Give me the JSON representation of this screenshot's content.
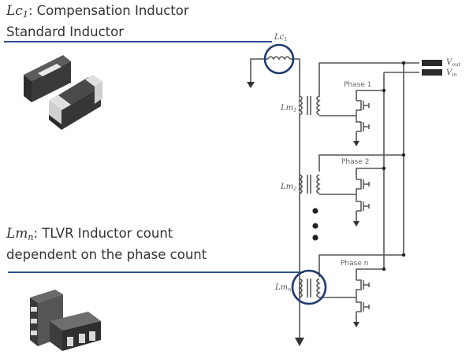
{
  "captions": {
    "compensation": {
      "symbol": "Lc",
      "subscript": "1",
      "line1_rest": ": Compensation Inductor",
      "line2": "Standard Inductor"
    },
    "tlvr": {
      "symbol": "Lm",
      "subscript": "n",
      "line1_rest": ": TLVR Inductor count",
      "line2": "dependent on the phase count"
    }
  },
  "schematic": {
    "lc_label": "Lc",
    "lc_sub": "1",
    "lm_labels": [
      {
        "main": "Lm",
        "sub": "1"
      },
      {
        "main": "Lm",
        "sub": "2"
      },
      {
        "main": "Lm",
        "sub": "n"
      }
    ],
    "phases": [
      "Phase 1",
      "Phase 2",
      "Phase n"
    ],
    "terminals": [
      {
        "main": "V",
        "sub": "out"
      },
      {
        "main": "V",
        "sub": "in"
      }
    ]
  },
  "colors": {
    "accent_line": "#2f4f8f",
    "highlight_circle": "#1f3a6e",
    "wire": "#555555",
    "text": "#333333"
  }
}
